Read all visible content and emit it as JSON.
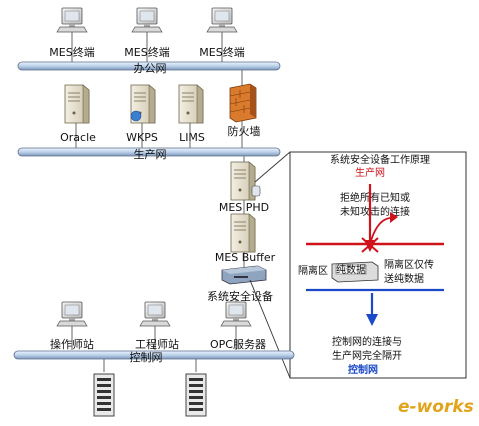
{
  "office_network": {
    "label": "办公网",
    "terminals": [
      "MES终端",
      "MES终端",
      "MES终端"
    ]
  },
  "production_network": {
    "label": "生产网",
    "servers": [
      "Oracle",
      "WKPS",
      "LIMS"
    ],
    "firewall": "防火墙"
  },
  "mes_servers": {
    "phd": "MES PHD",
    "buffer": "MES Buffer",
    "security_device": "系统安全设备"
  },
  "control_network": {
    "label": "控制网",
    "stations": [
      "操作师站",
      "工程师站",
      "OPC服务器"
    ]
  },
  "principle_panel": {
    "title": "系统安全设备工作原理",
    "top_zone": "生产网",
    "block_text_1": "拒绝所有已知或",
    "block_text_2": "未知攻击的连接",
    "isolation_label": "隔离区",
    "device_label": "纯数据",
    "isolation_text_1": "隔离区仅传",
    "isolation_text_2": "送纯数据",
    "control_text_1": "控制网的连接与",
    "control_text_2": "生产网完全隔开",
    "bottom_zone": "控制网"
  },
  "watermark": "e-works",
  "colors": {
    "bus_fill": "#cfe0f3",
    "bus_stroke": "#5a6f8c",
    "red": "#d0121b",
    "blue": "#1a49c9"
  }
}
